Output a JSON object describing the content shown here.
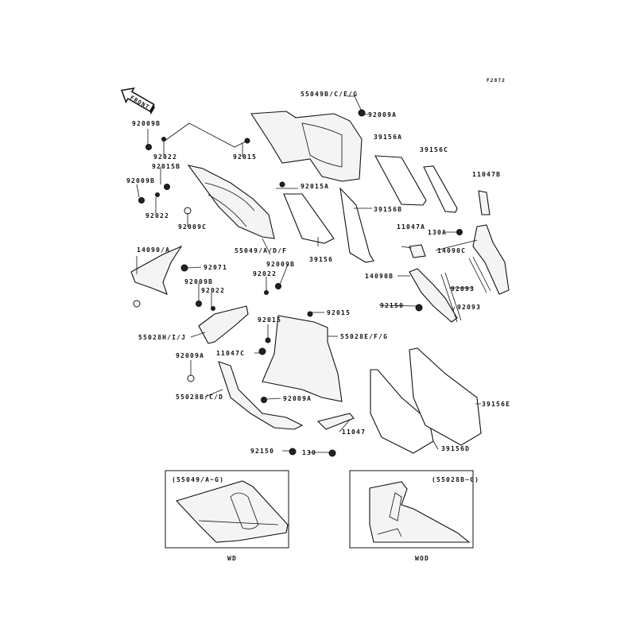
{
  "diagram_code": "F2872",
  "front_arrow": "FRONT",
  "labels": [
    "55049B/C/E/G",
    "92009A",
    "92009B",
    "92022",
    "92015",
    "92015B",
    "39156A",
    "39156C",
    "11047B",
    "92009B",
    "92015A",
    "39156B",
    "92022",
    "92009C",
    "11047A",
    "130A",
    "14090C",
    "55049/A/D/F",
    "39156",
    "14090/A",
    "92071",
    "92009B",
    "92022",
    "14090B",
    "92009B",
    "92022",
    "92093",
    "92150",
    "92093",
    "92015",
    "92015",
    "55028H/I/J",
    "55028E/F/G",
    "92009A",
    "11047C",
    "55028B/C/D",
    "92009A",
    "39156E",
    "11047",
    "92150",
    "39156D",
    "130"
  ],
  "insets": [
    {
      "caption": "(55049/A~G)",
      "footer": "WD"
    },
    {
      "caption": "(55028B~G)",
      "footer": "WOD"
    }
  ]
}
